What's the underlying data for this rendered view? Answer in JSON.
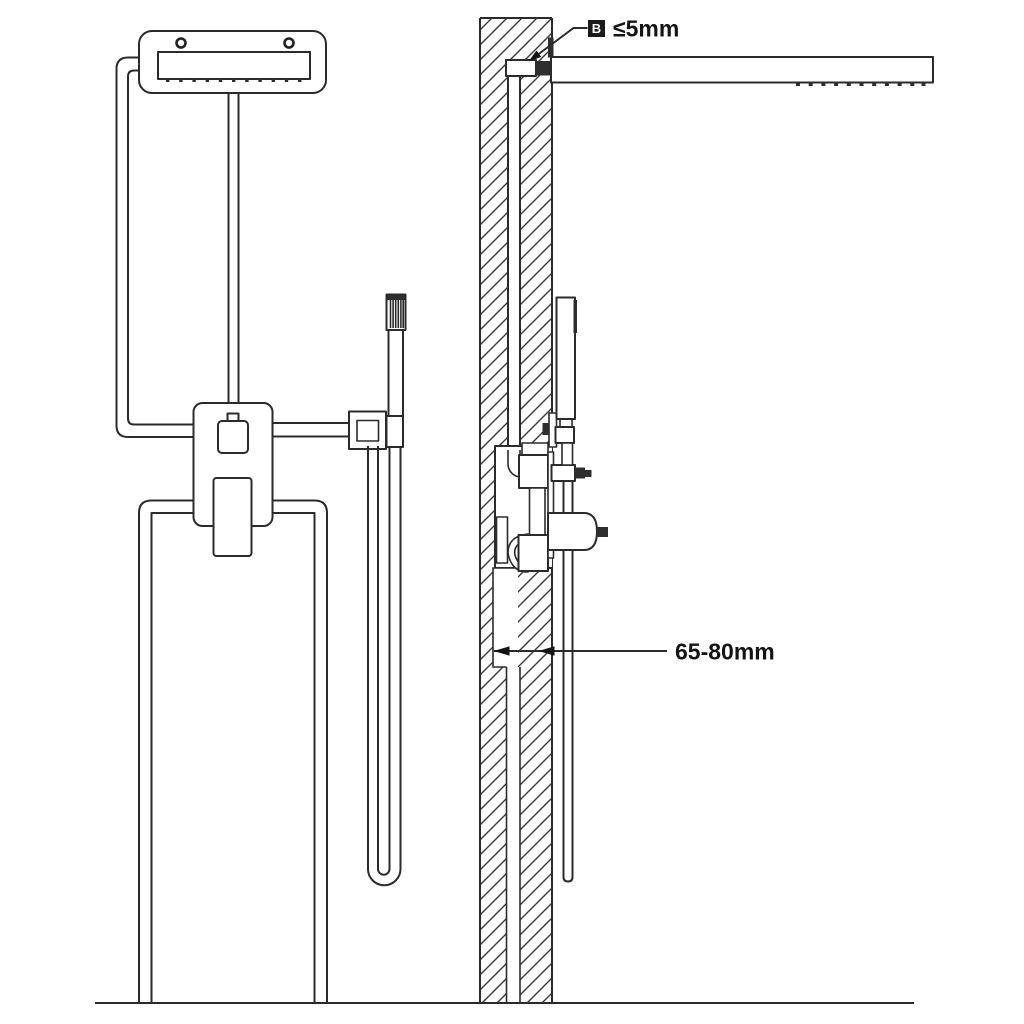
{
  "diagram": {
    "kind": "shower-system-installation-cross-section",
    "annotations": {
      "gap_badge_label": "B",
      "gap_value": "≤5mm",
      "depth_value": "65-80mm"
    },
    "colors": {
      "line": "#2b2b2b",
      "dark_fill": "#2e2e2e",
      "badge_background": "#1a1a1a",
      "background": "#ffffff"
    }
  }
}
